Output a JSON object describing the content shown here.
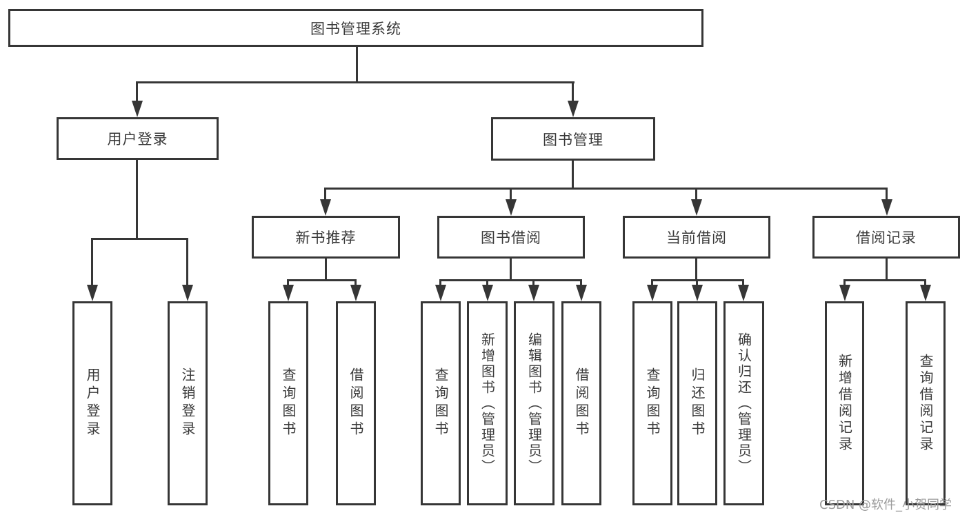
{
  "colors": {
    "line": "#363636",
    "text": "#3a3a3a",
    "watermark": "#9b9b9b",
    "background": "#ffffff"
  },
  "watermark": "CSDN @软件_小贺同学",
  "tree": {
    "root": {
      "label": "图书管理系统"
    },
    "branches": [
      {
        "label": "用户登录",
        "children": [
          {
            "label": "用户登录"
          },
          {
            "label": "注销登录"
          }
        ]
      },
      {
        "label": "图书管理",
        "children": [
          {
            "label": "新书推荐",
            "children": [
              {
                "label": "查询图书"
              },
              {
                "label": "借阅图书"
              }
            ]
          },
          {
            "label": "图书借阅",
            "children": [
              {
                "label": "查询图书"
              },
              {
                "label": "新增图书（管理员）"
              },
              {
                "label": "编辑图书（管理员）"
              },
              {
                "label": "借阅图书"
              }
            ]
          },
          {
            "label": "当前借阅",
            "children": [
              {
                "label": "查询图书"
              },
              {
                "label": "归还图书"
              },
              {
                "label": "确认归还（管理员）"
              }
            ]
          },
          {
            "label": "借阅记录",
            "children": [
              {
                "label": "新增借阅记录"
              },
              {
                "label": "查询借阅记录"
              }
            ]
          }
        ]
      }
    ]
  }
}
